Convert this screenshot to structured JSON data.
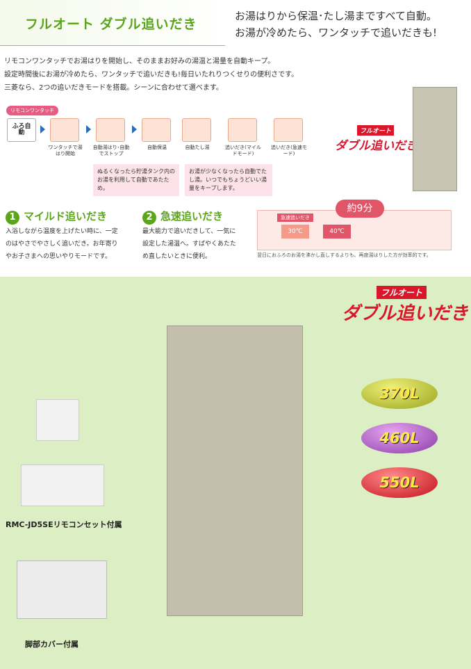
{
  "header": {
    "title": "フルオート ダブル追いだき",
    "tagline1": "お湯はりから保温･たし湯まですべて自動。",
    "tagline2": "お湯が冷めたら、ワンタッチで追いだきも!"
  },
  "intro": [
    "リモコンワンタッチでお湯はりを開始し、そのままお好みの湯温と湯量を自動キープ。",
    "設定時間後にお湯が冷めたら、ワンタッチで追いだきも!毎日いたれりつくせりの便利さです。",
    "三菱なら、2つの追いだきモードを搭載。シーンに合わせて選べます。"
  ],
  "flow": {
    "remote_label": "リモコンワンタッチ",
    "steps": [
      "ふろ自動",
      "ワンタッチで湯はり開始",
      "自動湯はり･自動でストップ",
      "自動保温",
      "自動たし湯",
      "追いだき(マイルドモード)",
      "追いだき(急速モード)"
    ],
    "bubble1": "ぬるくなったら貯湯タンク内のお湯を利用して自動であたため。",
    "bubble2": "お湯が少なくなったら自動でたし湯。いつでもちょうどいい湯量をキープします。"
  },
  "logo": {
    "top": "フルオート",
    "main": "ダブル追いだき"
  },
  "modes": {
    "mild_num": "1",
    "mild_title": "マイルド追いだき",
    "mild_text": [
      "入浴しながら温度を上げたい時に、一定",
      "のはやさでやさしく追いだき。お年寄り",
      "やお子さまへの思いやりモードです。"
    ],
    "fast_num": "2",
    "fast_title": "急速追いだき",
    "fast_text": [
      "最大能力で追いだきして、一気に",
      "設定した湯温へ。すばやくあたた",
      "め直したいときに便利。"
    ],
    "fast_time": "約9分",
    "fast_from": "30℃",
    "fast_to": "40℃",
    "fast_label": "急速追いだき"
  },
  "footnote": "翌日におふろのお湯を沸かし直しするよりも、再度湯はりした方が効率的です。",
  "sizes": [
    "370L",
    "460L",
    "550L"
  ],
  "remote_caption": "RMC-JD5SEリモコンセット付属",
  "cover_caption": "脚部カバー付属"
}
